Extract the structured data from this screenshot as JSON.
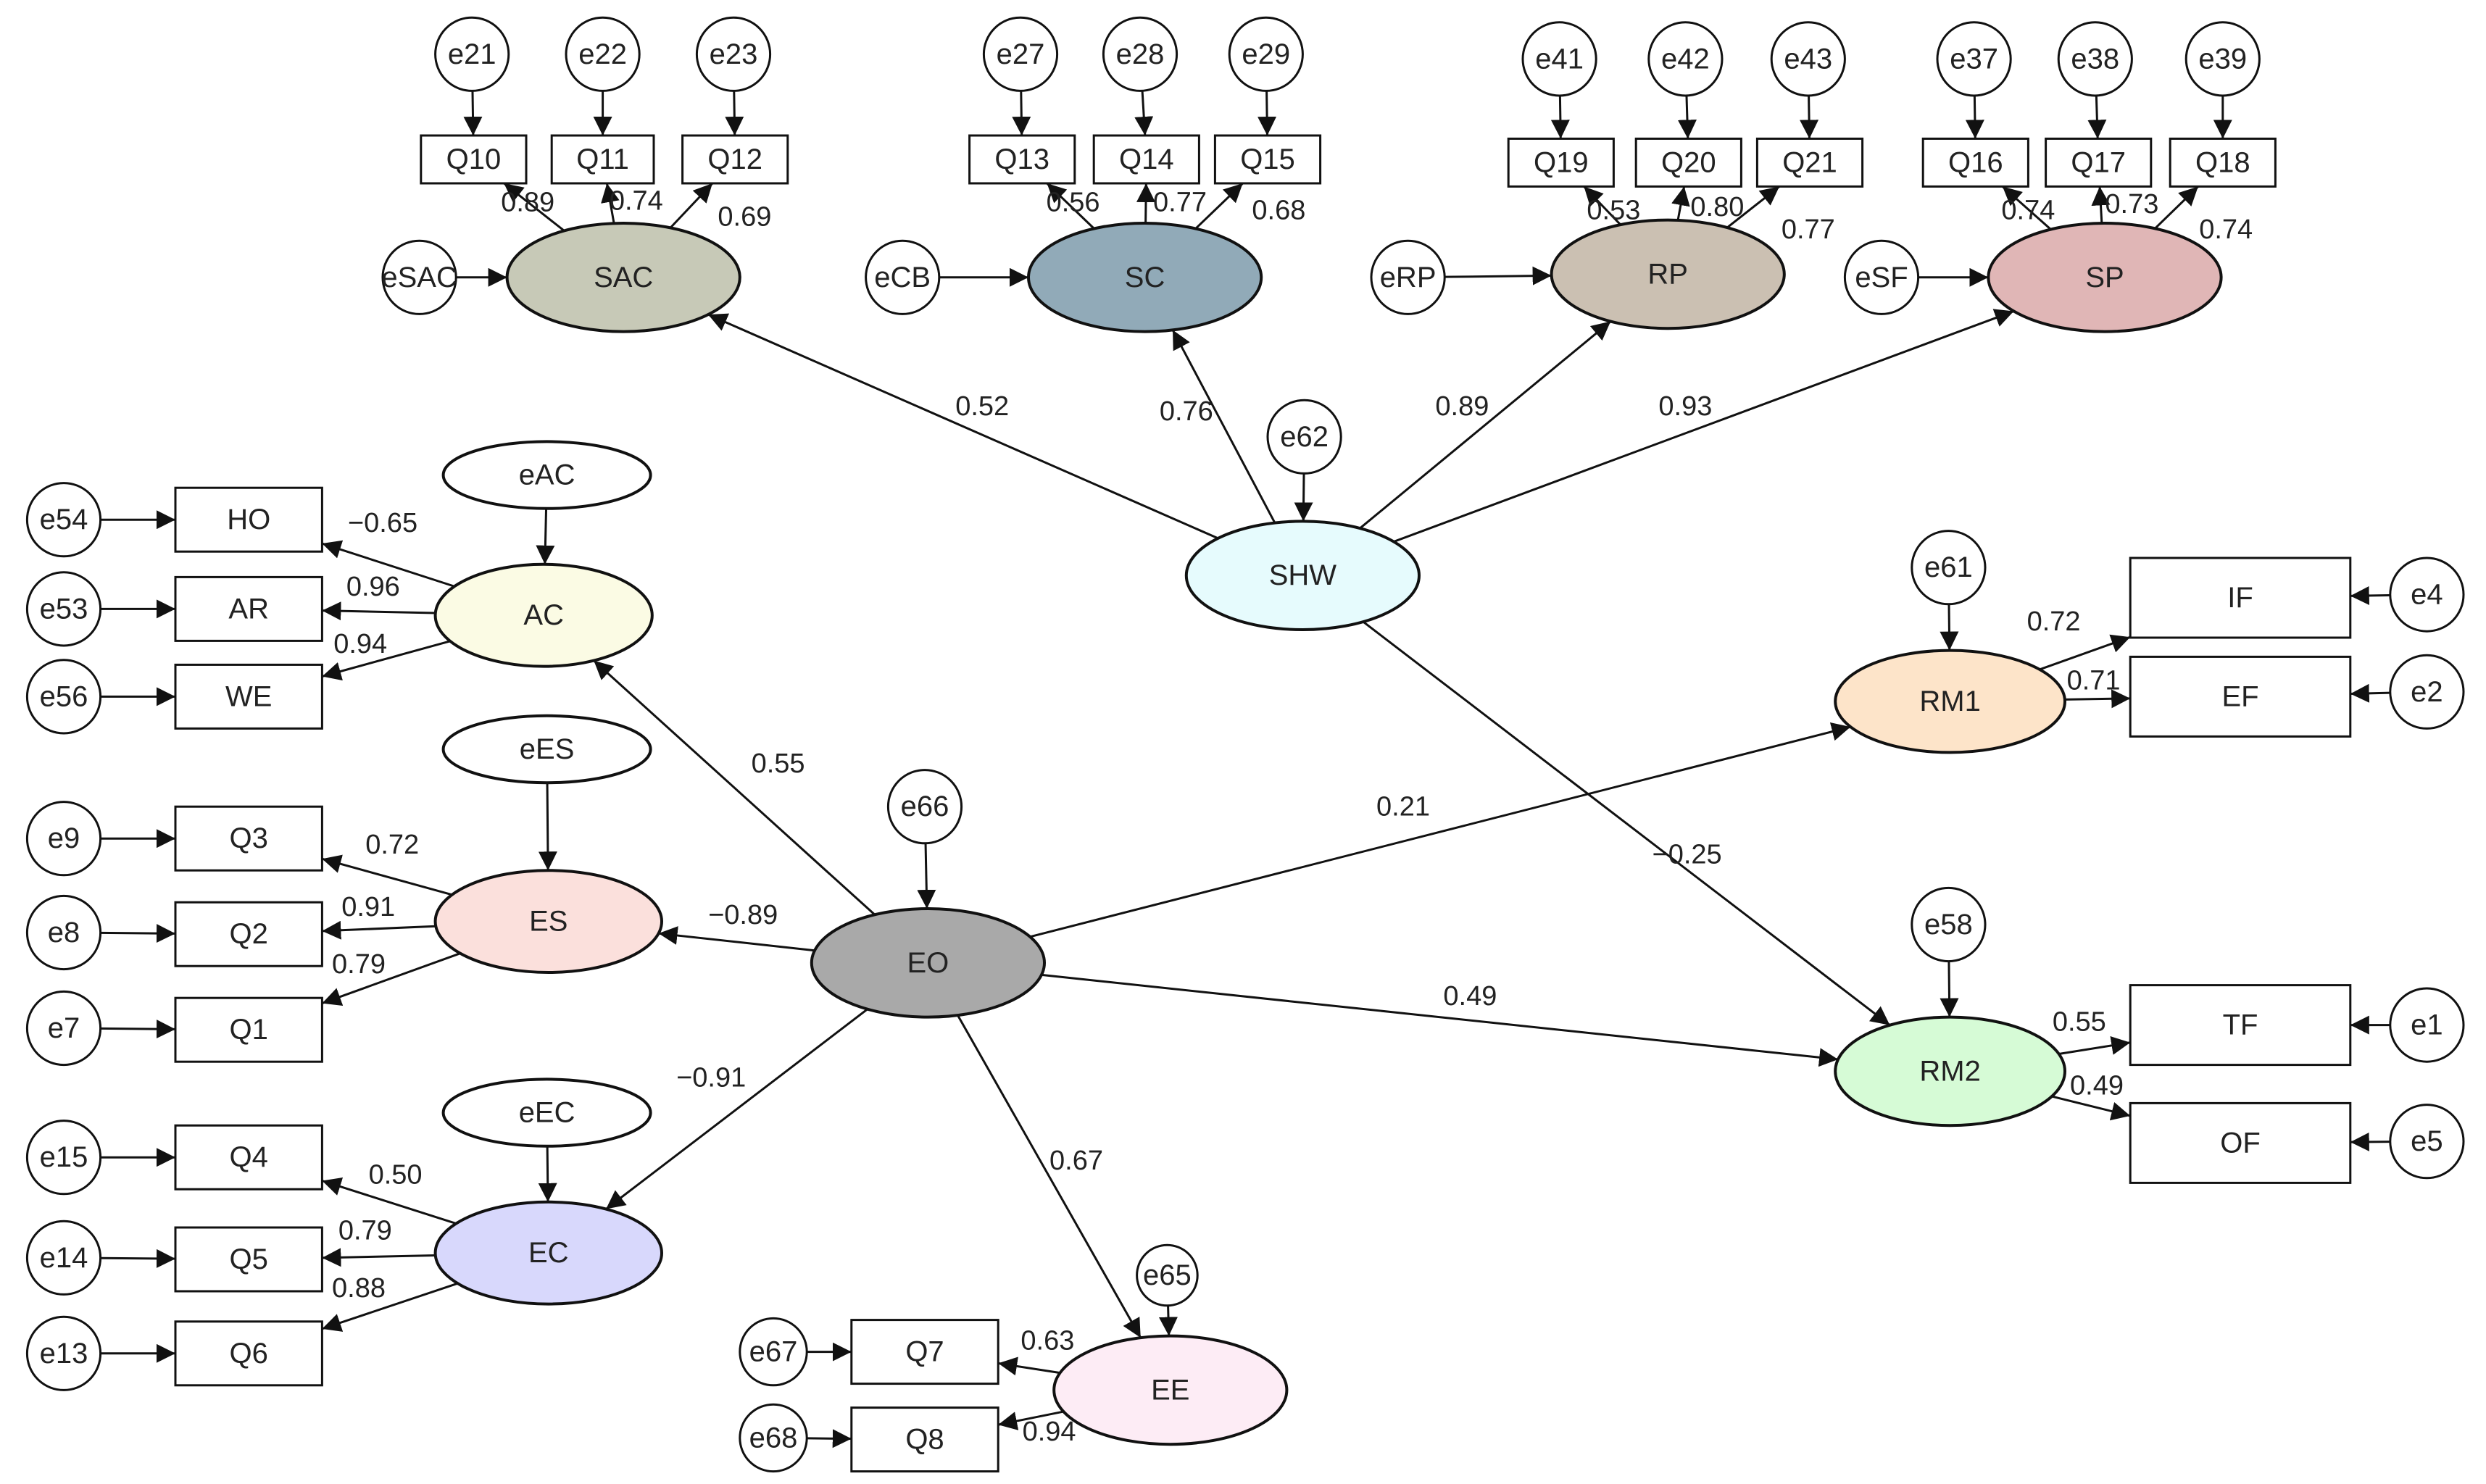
{
  "nodes": [
    {
      "id": "SHW",
      "label": "SHW",
      "shape": "ellipse",
      "fill": "#e6fbfd"
    },
    {
      "id": "SAC",
      "label": "SAC",
      "shape": "ellipse",
      "fill": "#c7c9b7"
    },
    {
      "id": "SC",
      "label": "SC",
      "shape": "ellipse",
      "fill": "#91aab8"
    },
    {
      "id": "RP",
      "label": "RP",
      "shape": "ellipse",
      "fill": "#cbc0b2"
    },
    {
      "id": "SP",
      "label": "SP",
      "shape": "ellipse",
      "fill": "#e0b6b6"
    },
    {
      "id": "AC",
      "label": "AC",
      "shape": "ellipse",
      "fill": "#fbfbe4"
    },
    {
      "id": "ES",
      "label": "ES",
      "shape": "ellipse",
      "fill": "#fbe0dc"
    },
    {
      "id": "EO",
      "label": "EO",
      "shape": "ellipse",
      "fill": "#a9a9a9"
    },
    {
      "id": "EC",
      "label": "EC",
      "shape": "ellipse",
      "fill": "#d8d8fc"
    },
    {
      "id": "EE",
      "label": "EE",
      "shape": "ellipse",
      "fill": "#fdecf5"
    },
    {
      "id": "RM1",
      "label": "RM1",
      "shape": "ellipse",
      "fill": "#fde4c9"
    },
    {
      "id": "RM2",
      "label": "RM2",
      "shape": "ellipse",
      "fill": "#d6fbd6"
    },
    {
      "id": "eAC",
      "label": "eAC",
      "shape": "ellipse",
      "fill": "#ffffff"
    },
    {
      "id": "eES",
      "label": "eES",
      "shape": "ellipse",
      "fill": "#ffffff"
    },
    {
      "id": "eEC",
      "label": "eEC",
      "shape": "ellipse",
      "fill": "#ffffff"
    },
    {
      "id": "eSAC",
      "label": "eSAC",
      "shape": "circle"
    },
    {
      "id": "eCB",
      "label": "eCB",
      "shape": "circle"
    },
    {
      "id": "eRP",
      "label": "eRP",
      "shape": "circle"
    },
    {
      "id": "eSF",
      "label": "eSF",
      "shape": "circle"
    },
    {
      "id": "e62",
      "label": "e62",
      "shape": "circle"
    },
    {
      "id": "e66",
      "label": "e66",
      "shape": "circle"
    },
    {
      "id": "e65",
      "label": "e65",
      "shape": "circle"
    },
    {
      "id": "e61",
      "label": "e61",
      "shape": "circle"
    },
    {
      "id": "e58",
      "label": "e58",
      "shape": "circle"
    },
    {
      "id": "Q10",
      "label": "Q10",
      "shape": "box"
    },
    {
      "id": "Q11",
      "label": "Q11",
      "shape": "box"
    },
    {
      "id": "Q12",
      "label": "Q12",
      "shape": "box"
    },
    {
      "id": "Q13",
      "label": "Q13",
      "shape": "box"
    },
    {
      "id": "Q14",
      "label": "Q14",
      "shape": "box"
    },
    {
      "id": "Q15",
      "label": "Q15",
      "shape": "box"
    },
    {
      "id": "Q19",
      "label": "Q19",
      "shape": "box"
    },
    {
      "id": "Q20",
      "label": "Q20",
      "shape": "box"
    },
    {
      "id": "Q21",
      "label": "Q21",
      "shape": "box"
    },
    {
      "id": "Q16",
      "label": "Q16",
      "shape": "box"
    },
    {
      "id": "Q17",
      "label": "Q17",
      "shape": "box"
    },
    {
      "id": "Q18",
      "label": "Q18",
      "shape": "box"
    },
    {
      "id": "HO",
      "label": "HO",
      "shape": "box"
    },
    {
      "id": "AR",
      "label": "AR",
      "shape": "box"
    },
    {
      "id": "WE",
      "label": "WE",
      "shape": "box"
    },
    {
      "id": "Q3",
      "label": "Q3",
      "shape": "box"
    },
    {
      "id": "Q2",
      "label": "Q2",
      "shape": "box"
    },
    {
      "id": "Q1",
      "label": "Q1",
      "shape": "box"
    },
    {
      "id": "Q4",
      "label": "Q4",
      "shape": "box"
    },
    {
      "id": "Q5",
      "label": "Q5",
      "shape": "box"
    },
    {
      "id": "Q6",
      "label": "Q6",
      "shape": "box"
    },
    {
      "id": "Q7",
      "label": "Q7",
      "shape": "box"
    },
    {
      "id": "Q8",
      "label": "Q8",
      "shape": "box"
    },
    {
      "id": "IF",
      "label": "IF",
      "shape": "box"
    },
    {
      "id": "EF",
      "label": "EF",
      "shape": "box"
    },
    {
      "id": "TF",
      "label": "TF",
      "shape": "box"
    },
    {
      "id": "OF",
      "label": "OF",
      "shape": "box"
    },
    {
      "id": "e21",
      "label": "e21",
      "shape": "circle"
    },
    {
      "id": "e22",
      "label": "e22",
      "shape": "circle"
    },
    {
      "id": "e23",
      "label": "e23",
      "shape": "circle"
    },
    {
      "id": "e27",
      "label": "e27",
      "shape": "circle"
    },
    {
      "id": "e28",
      "label": "e28",
      "shape": "circle"
    },
    {
      "id": "e29",
      "label": "e29",
      "shape": "circle"
    },
    {
      "id": "e41",
      "label": "e41",
      "shape": "circle"
    },
    {
      "id": "e42",
      "label": "e42",
      "shape": "circle"
    },
    {
      "id": "e43",
      "label": "e43",
      "shape": "circle"
    },
    {
      "id": "e37",
      "label": "e37",
      "shape": "circle"
    },
    {
      "id": "e38",
      "label": "e38",
      "shape": "circle"
    },
    {
      "id": "e39",
      "label": "e39",
      "shape": "circle"
    },
    {
      "id": "e54",
      "label": "e54",
      "shape": "circle"
    },
    {
      "id": "e53",
      "label": "e53",
      "shape": "circle"
    },
    {
      "id": "e56",
      "label": "e56",
      "shape": "circle"
    },
    {
      "id": "e9",
      "label": "e9",
      "shape": "circle"
    },
    {
      "id": "e8",
      "label": "e8",
      "shape": "circle"
    },
    {
      "id": "e7",
      "label": "e7",
      "shape": "circle"
    },
    {
      "id": "e15",
      "label": "e15",
      "shape": "circle"
    },
    {
      "id": "e14",
      "label": "e14",
      "shape": "circle"
    },
    {
      "id": "e13",
      "label": "e13",
      "shape": "circle"
    },
    {
      "id": "e67",
      "label": "e67",
      "shape": "circle"
    },
    {
      "id": "e68",
      "label": "e68",
      "shape": "circle"
    },
    {
      "id": "e4",
      "label": "e4",
      "shape": "circle"
    },
    {
      "id": "e2",
      "label": "e2",
      "shape": "circle"
    },
    {
      "id": "e1",
      "label": "e1",
      "shape": "circle"
    },
    {
      "id": "e5",
      "label": "e5",
      "shape": "circle"
    }
  ],
  "paths": [
    {
      "from": "SHW",
      "to": "SAC",
      "label": "0.52"
    },
    {
      "from": "SHW",
      "to": "SC",
      "label": "0.76"
    },
    {
      "from": "SHW",
      "to": "RP",
      "label": "0.89"
    },
    {
      "from": "SHW",
      "to": "SP",
      "label": "0.93"
    },
    {
      "from": "SHW",
      "to": "RM2",
      "label": "−0.25"
    },
    {
      "from": "EO",
      "to": "AC",
      "label": "0.55"
    },
    {
      "from": "EO",
      "to": "ES",
      "label": "−0.89"
    },
    {
      "from": "EO",
      "to": "EC",
      "label": "−0.91"
    },
    {
      "from": "EO",
      "to": "EE",
      "label": "0.67"
    },
    {
      "from": "EO",
      "to": "RM1",
      "label": "0.21"
    },
    {
      "from": "EO",
      "to": "RM2",
      "label": "0.49"
    }
  ],
  "loadings": [
    {
      "from": "SAC",
      "to": "Q10",
      "label": "0.89"
    },
    {
      "from": "SAC",
      "to": "Q11",
      "label": "0.74"
    },
    {
      "from": "SAC",
      "to": "Q12",
      "label": "0.69"
    },
    {
      "from": "SC",
      "to": "Q13",
      "label": "0.56"
    },
    {
      "from": "SC",
      "to": "Q14",
      "label": "0.77"
    },
    {
      "from": "SC",
      "to": "Q15",
      "label": "0.68"
    },
    {
      "from": "RP",
      "to": "Q19",
      "label": "0.53"
    },
    {
      "from": "RP",
      "to": "Q20",
      "label": "0.80"
    },
    {
      "from": "RP",
      "to": "Q21",
      "label": "0.77"
    },
    {
      "from": "SP",
      "to": "Q16",
      "label": "0.74"
    },
    {
      "from": "SP",
      "to": "Q17",
      "label": "0.73"
    },
    {
      "from": "SP",
      "to": "Q18",
      "label": "0.74"
    },
    {
      "from": "AC",
      "to": "HO",
      "label": "−0.65"
    },
    {
      "from": "AC",
      "to": "AR",
      "label": "0.96"
    },
    {
      "from": "AC",
      "to": "WE",
      "label": "0.94"
    },
    {
      "from": "ES",
      "to": "Q3",
      "label": "0.72"
    },
    {
      "from": "ES",
      "to": "Q2",
      "label": "0.91"
    },
    {
      "from": "ES",
      "to": "Q1",
      "label": "0.79"
    },
    {
      "from": "EC",
      "to": "Q4",
      "label": "0.50"
    },
    {
      "from": "EC",
      "to": "Q5",
      "label": "0.79"
    },
    {
      "from": "EC",
      "to": "Q6",
      "label": "0.88"
    },
    {
      "from": "EE",
      "to": "Q7",
      "label": "0.63"
    },
    {
      "from": "EE",
      "to": "Q8",
      "label": "0.94"
    },
    {
      "from": "RM1",
      "to": "IF",
      "label": "0.72"
    },
    {
      "from": "RM1",
      "to": "EF",
      "label": "0.71"
    },
    {
      "from": "RM2",
      "to": "TF",
      "label": "0.55"
    },
    {
      "from": "RM2",
      "to": "OF",
      "label": "0.49"
    }
  ],
  "error_links": [
    {
      "from": "eSAC",
      "to": "SAC"
    },
    {
      "from": "eCB",
      "to": "SC"
    },
    {
      "from": "eRP",
      "to": "RP"
    },
    {
      "from": "eSF",
      "to": "SP"
    },
    {
      "from": "e62",
      "to": "SHW"
    },
    {
      "from": "e66",
      "to": "EO"
    },
    {
      "from": "e65",
      "to": "EE"
    },
    {
      "from": "e61",
      "to": "RM1"
    },
    {
      "from": "e58",
      "to": "RM2"
    },
    {
      "from": "eAC",
      "to": "AC"
    },
    {
      "from": "eES",
      "to": "ES"
    },
    {
      "from": "eEC",
      "to": "EC"
    },
    {
      "from": "e21",
      "to": "Q10"
    },
    {
      "from": "e22",
      "to": "Q11"
    },
    {
      "from": "e23",
      "to": "Q12"
    },
    {
      "from": "e27",
      "to": "Q13"
    },
    {
      "from": "e28",
      "to": "Q14"
    },
    {
      "from": "e29",
      "to": "Q15"
    },
    {
      "from": "e41",
      "to": "Q19"
    },
    {
      "from": "e42",
      "to": "Q20"
    },
    {
      "from": "e43",
      "to": "Q21"
    },
    {
      "from": "e37",
      "to": "Q16"
    },
    {
      "from": "e38",
      "to": "Q17"
    },
    {
      "from": "e39",
      "to": "Q18"
    },
    {
      "from": "e54",
      "to": "HO"
    },
    {
      "from": "e53",
      "to": "AR"
    },
    {
      "from": "e56",
      "to": "WE"
    },
    {
      "from": "e9",
      "to": "Q3"
    },
    {
      "from": "e8",
      "to": "Q2"
    },
    {
      "from": "e7",
      "to": "Q1"
    },
    {
      "from": "e15",
      "to": "Q4"
    },
    {
      "from": "e14",
      "to": "Q5"
    },
    {
      "from": "e13",
      "to": "Q6"
    },
    {
      "from": "e67",
      "to": "Q7"
    },
    {
      "from": "e68",
      "to": "Q8"
    },
    {
      "from": "e4",
      "to": "IF"
    },
    {
      "from": "e2",
      "to": "EF"
    },
    {
      "from": "e1",
      "to": "TF"
    },
    {
      "from": "e5",
      "to": "OF"
    }
  ]
}
